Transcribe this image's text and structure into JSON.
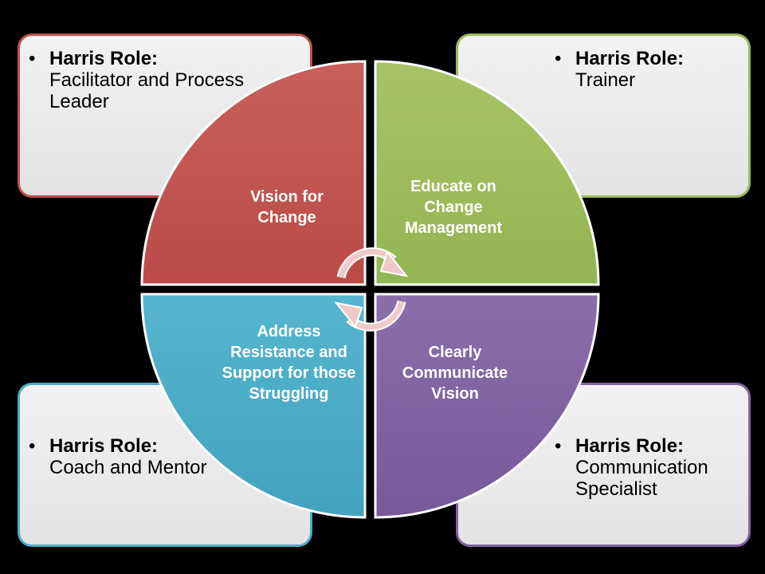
{
  "colors": {
    "red": "#c0504d",
    "green": "#9bbb59",
    "blue": "#4bacc6",
    "purple": "#8064a2",
    "arrow": "#efc9c9"
  },
  "quadrants": {
    "top_left": "Vision for Change",
    "top_right": "Educate on Change Management",
    "bottom_left": "Address Resistance and Support for those Struggling",
    "bottom_right": "Clearly Communicate Vision"
  },
  "roles": {
    "top_left": {
      "label": "Harris Role:",
      "desc": "Facilitator and Process Leader"
    },
    "top_right": {
      "label": "Harris Role:",
      "desc": "Trainer"
    },
    "bottom_left": {
      "label": "Harris Role:",
      "desc": "Coach and Mentor"
    },
    "bottom_right": {
      "label": "Harris Role:",
      "desc": "Communication Specialist"
    }
  },
  "bullet": "•"
}
